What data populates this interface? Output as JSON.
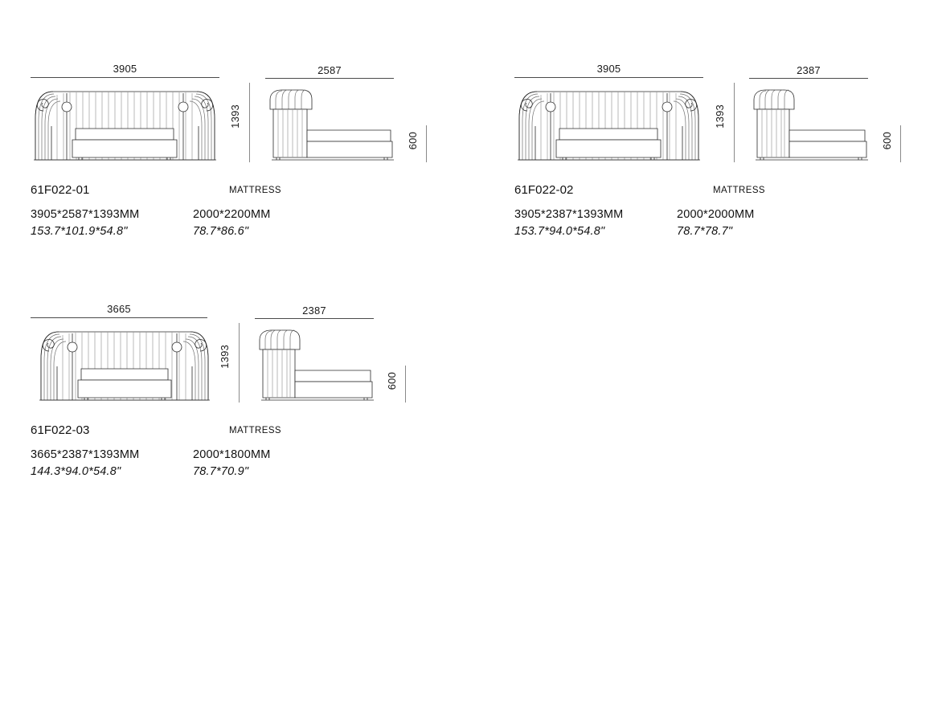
{
  "page": {
    "background": "#ffffff",
    "line_color": "#2b2b2b",
    "text_color": "#111111"
  },
  "products": [
    {
      "code": "61F022-01",
      "front_view": {
        "width_dim": "3905",
        "height_dim": "1393"
      },
      "side_view": {
        "width_dim": "2587",
        "height_dim": "600"
      },
      "mattress_label": "MATTRESS",
      "overall_mm": "3905*2587*1393MM",
      "overall_in": "153.7*101.9*54.8\"",
      "mattress_mm": "2000*2200MM",
      "mattress_in": "78.7*86.6\""
    },
    {
      "code": "61F022-02",
      "front_view": {
        "width_dim": "3905",
        "height_dim": "1393"
      },
      "side_view": {
        "width_dim": "2387",
        "height_dim": "600"
      },
      "mattress_label": "MATTRESS",
      "overall_mm": "3905*2387*1393MM",
      "overall_in": "153.7*94.0*54.8\"",
      "mattress_mm": "2000*2000MM",
      "mattress_in": "78.7*78.7\""
    },
    {
      "code": "61F022-03",
      "front_view": {
        "width_dim": "3665",
        "height_dim": "1393"
      },
      "side_view": {
        "width_dim": "2387",
        "height_dim": "600"
      },
      "mattress_label": "MATTRESS",
      "overall_mm": "3665*2387*1393MM",
      "overall_in": "144.3*94.0*54.8\"",
      "mattress_mm": "2000*1800MM",
      "mattress_in": "78.7*70.9\""
    }
  ]
}
